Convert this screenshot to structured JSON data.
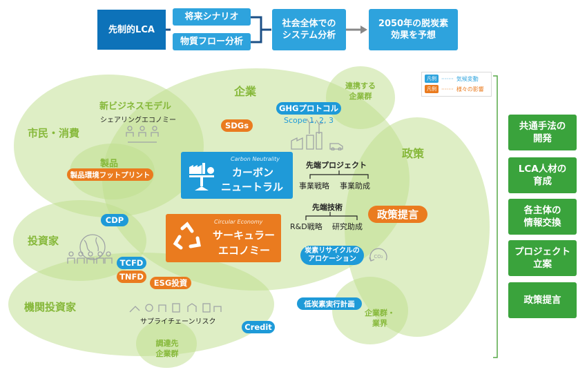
{
  "flow": {
    "precautionary_lca": "先制的LCA",
    "future_scenario": "将来シナリオ",
    "material_flow": "物質フロー分析",
    "system_analysis": [
      "社会全体での",
      "システム分析"
    ],
    "prediction": [
      "2050年の脱炭素",
      "効果を予想"
    ]
  },
  "legend": {
    "tag": "凡例",
    "climate": "気候変動",
    "various": "様々の影響"
  },
  "groups": {
    "company": "企業",
    "citizen": "市民・消費",
    "investor": "投資家",
    "institutional": "機関投資家",
    "policy": "政策",
    "partner": [
      "連携する",
      "企業群"
    ],
    "product": "製品",
    "industry": [
      "企業群・",
      "業界"
    ],
    "procure": [
      "調達先",
      "企業群"
    ]
  },
  "new_business": {
    "title": "新ビジネスモデル",
    "sub": "シェアリングエコノミー"
  },
  "pills": {
    "sdgs": "SDGs",
    "product_footprint": "製品環境フットプリント",
    "ghg": "GHGプロトコル",
    "cdp": "CDP",
    "tcfd": "TCFD",
    "tnfd": "TNFD",
    "esg": "ESG投資",
    "carbon_recycle": [
      "炭素リサイクルの",
      "アロケーション"
    ],
    "low_carbon": "低炭素実行計画",
    "credit": "Credit"
  },
  "scope": "Scope 1, 2, 3",
  "carbon": {
    "en": "Carbon Neutrality",
    "line1": "カーボン",
    "line2": "ニュートラル"
  },
  "circular": {
    "en": "Circular Economy",
    "line1": "サーキュラー",
    "line2": "エコノミー"
  },
  "advanced_project": {
    "title": "先端プロジェクト",
    "a": "事業戦略",
    "b": "事業助成"
  },
  "advanced_tech": {
    "title": "先端技術",
    "a": "R&D戦略",
    "b": "研究助成"
  },
  "policy_proposal": "政策提言",
  "supply_chain": "サプライチェーンリスク",
  "co2": "CO₂",
  "right_list": [
    [
      "共通手法の",
      "開発"
    ],
    [
      "LCA人材の",
      "育成"
    ],
    [
      "各主体の",
      "情報交換"
    ],
    [
      "プロジェクト",
      "立案"
    ],
    [
      "政策提言",
      ""
    ]
  ],
  "colors": {
    "dark_blue": "#0d72b9",
    "light_blue": "#2ea3dd",
    "orange": "#ea7b1f",
    "green": "#3aa33c",
    "bubble": "#bedd8b",
    "label_green": "#86b83a"
  }
}
